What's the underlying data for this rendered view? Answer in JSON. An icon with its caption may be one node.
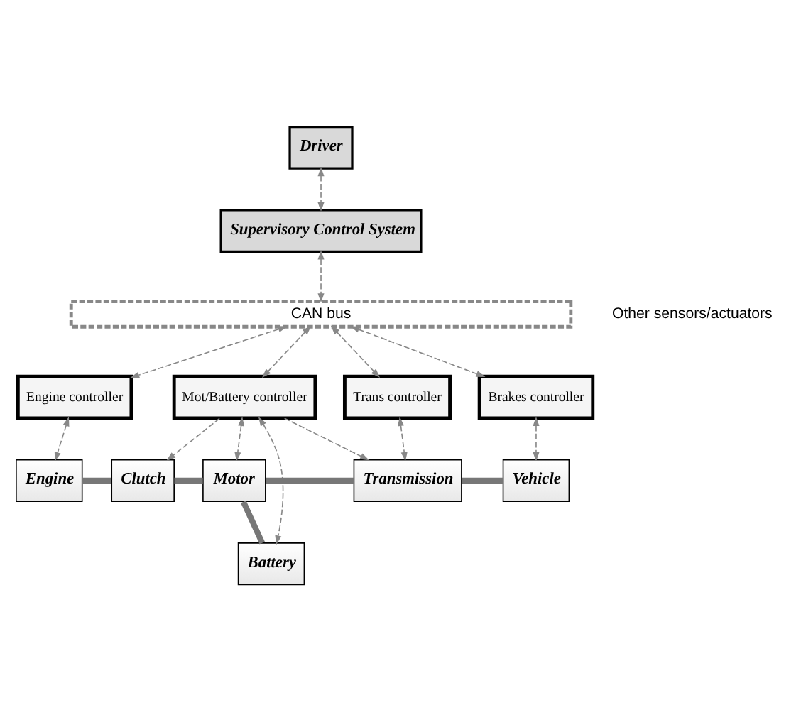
{
  "diagram": {
    "nodes": [
      {
        "text": [
          "Driver"
        ]
      },
      {
        "text": [
          "Supervisory Control System"
        ]
      },
      {
        "text": [
          "CAN bus"
        ]
      },
      {
        "text": [
          "Engine controller"
        ]
      },
      {
        "text": [
          "Mot/Battery controller"
        ]
      },
      {
        "text": [
          "Trans controller"
        ]
      },
      {
        "text": [
          "Brakes controller"
        ]
      },
      {
        "text": [
          "Engine"
        ]
      },
      {
        "text": [
          "Clutch"
        ]
      },
      {
        "text": [
          "Motor"
        ]
      },
      {
        "text": [
          "Transmission"
        ]
      },
      {
        "text": [
          "Vehicle"
        ]
      },
      {
        "text": [
          "Battery"
        ]
      }
    ],
    "edges": [
      {
        "from": 0,
        "to": 1,
        "arrow": "both",
        "style": "dashed"
      },
      {
        "from": 1,
        "to": 2,
        "arrow": "both",
        "style": "dashed"
      },
      {
        "from": 2,
        "to": 3,
        "arrow": "both",
        "style": "dashed"
      },
      {
        "from": 2,
        "to": 4,
        "arrow": "both",
        "style": "dashed"
      },
      {
        "from": 2,
        "to": 5,
        "arrow": "both",
        "style": "dashed"
      },
      {
        "from": 2,
        "to": 6,
        "arrow": "both",
        "style": "dashed"
      },
      {
        "from": 3,
        "to": 7,
        "arrow": "both",
        "style": "dashed"
      },
      {
        "from": 4,
        "to": 9,
        "arrow": "both",
        "style": "dashed"
      },
      {
        "from": 4,
        "to": 8,
        "arrow": "to",
        "style": "dashed"
      },
      {
        "from": 4,
        "to": 10,
        "arrow": "to",
        "style": "dashed"
      },
      {
        "from": 4,
        "to": 12,
        "arrow": "both",
        "style": "dashed"
      },
      {
        "from": 5,
        "to": 10,
        "arrow": "both",
        "style": "dashed"
      },
      {
        "from": 6,
        "to": 11,
        "arrow": "both",
        "style": "dashed"
      },
      {
        "from": 7,
        "to": 8,
        "arrow": "none",
        "style": "thick"
      },
      {
        "from": 8,
        "to": 9,
        "arrow": "none",
        "style": "thick"
      },
      {
        "from": 9,
        "to": 10,
        "arrow": "none",
        "style": "thick"
      },
      {
        "from": 10,
        "to": 11,
        "arrow": "none",
        "style": "thick"
      },
      {
        "from": 9,
        "to": 12,
        "arrow": "none",
        "style": "thick"
      }
    ],
    "labels": [
      "Other sensors/actuators"
    ]
  }
}
